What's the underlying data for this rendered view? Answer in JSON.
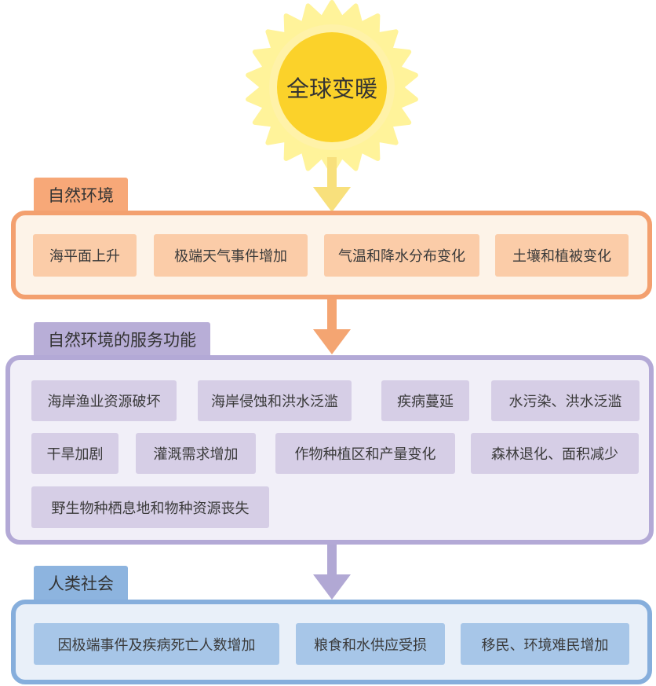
{
  "sun": {
    "label": "全球变暖",
    "icon": "sun-icon"
  },
  "colors": {
    "sun_fill": "#fbd22a",
    "sun_rays": "#fff39a",
    "natural": "#f3a06f",
    "services": "#b3a9d6",
    "human": "#86aedc",
    "arrow1": "#f8e07c",
    "arrow2": "#f4a572",
    "arrow3": "#b1a8d4"
  },
  "sections": {
    "natural": {
      "title": "自然环境",
      "items": [
        "海平面上升",
        "极端天气事件增加",
        "气温和降水分布变化",
        "土壤和植被变化"
      ]
    },
    "services": {
      "title": "自然环境的服务功能",
      "items": [
        "海岸渔业资源破坏",
        "海岸侵蚀和洪水泛滥",
        "疾病蔓延",
        "水污染、洪水泛滥",
        "干旱加剧",
        "灌溉需求增加",
        "作物种植区和产量变化",
        "森林退化、面积减少",
        "野生物种栖息地和物种资源丧失"
      ]
    },
    "human": {
      "title": "人类社会",
      "items": [
        "因极端事件及疾病死亡人数增加",
        "粮食和水供应受损",
        "移民、环境难民增加"
      ]
    }
  }
}
